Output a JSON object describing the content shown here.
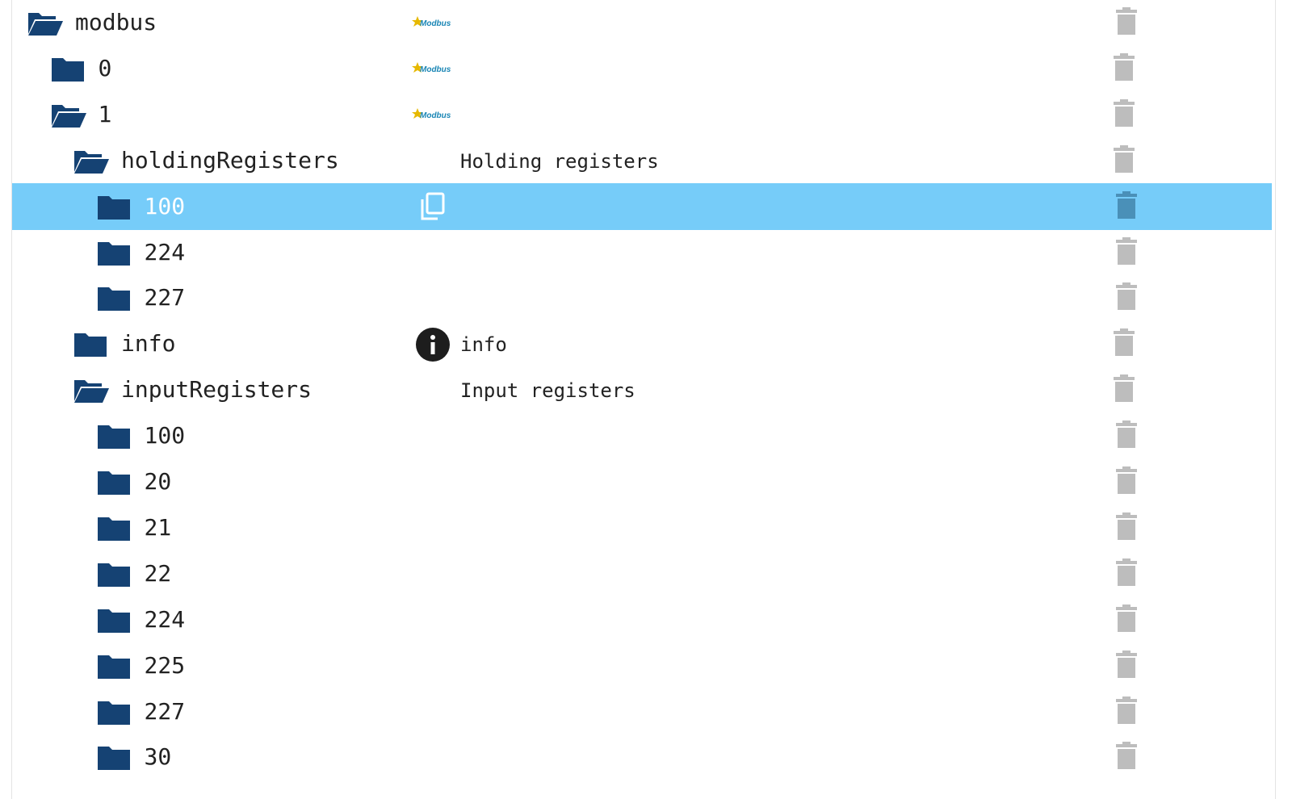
{
  "tree": {
    "rows": [
      {
        "label": "modbus",
        "open": true,
        "level": 0,
        "icon": "modbus-logo"
      },
      {
        "label": "0",
        "open": false,
        "level": 1,
        "icon": "modbus-logo"
      },
      {
        "label": "1",
        "open": true,
        "level": 1,
        "icon": "modbus-logo"
      },
      {
        "label": "holdingRegisters",
        "open": true,
        "level": 2,
        "desc": "Holding registers"
      },
      {
        "label": "100",
        "open": false,
        "level": 3,
        "selected": true,
        "icon": "copy-icon"
      },
      {
        "label": "224",
        "open": false,
        "level": 3
      },
      {
        "label": "227",
        "open": false,
        "level": 3
      },
      {
        "label": "info",
        "open": false,
        "level": 2,
        "icon": "info-icon",
        "desc": "info"
      },
      {
        "label": "inputRegisters",
        "open": true,
        "level": 2,
        "desc": "Input registers"
      },
      {
        "label": "100",
        "open": false,
        "level": 3
      },
      {
        "label": "20",
        "open": false,
        "level": 3
      },
      {
        "label": "21",
        "open": false,
        "level": 3
      },
      {
        "label": "22",
        "open": false,
        "level": 3
      },
      {
        "label": "224",
        "open": false,
        "level": 3
      },
      {
        "label": "225",
        "open": false,
        "level": 3
      },
      {
        "label": "227",
        "open": false,
        "level": 3
      },
      {
        "label": "30",
        "open": false,
        "level": 3
      }
    ]
  },
  "logo_text": "Modbus",
  "colors": {
    "folder": "#154273",
    "selected_bg": "#76ccf9",
    "trash": "#bdbdbd",
    "trash_selected": "#4a90b8",
    "logo_text": "#1a86b5",
    "logo_star": "#e6b800"
  }
}
